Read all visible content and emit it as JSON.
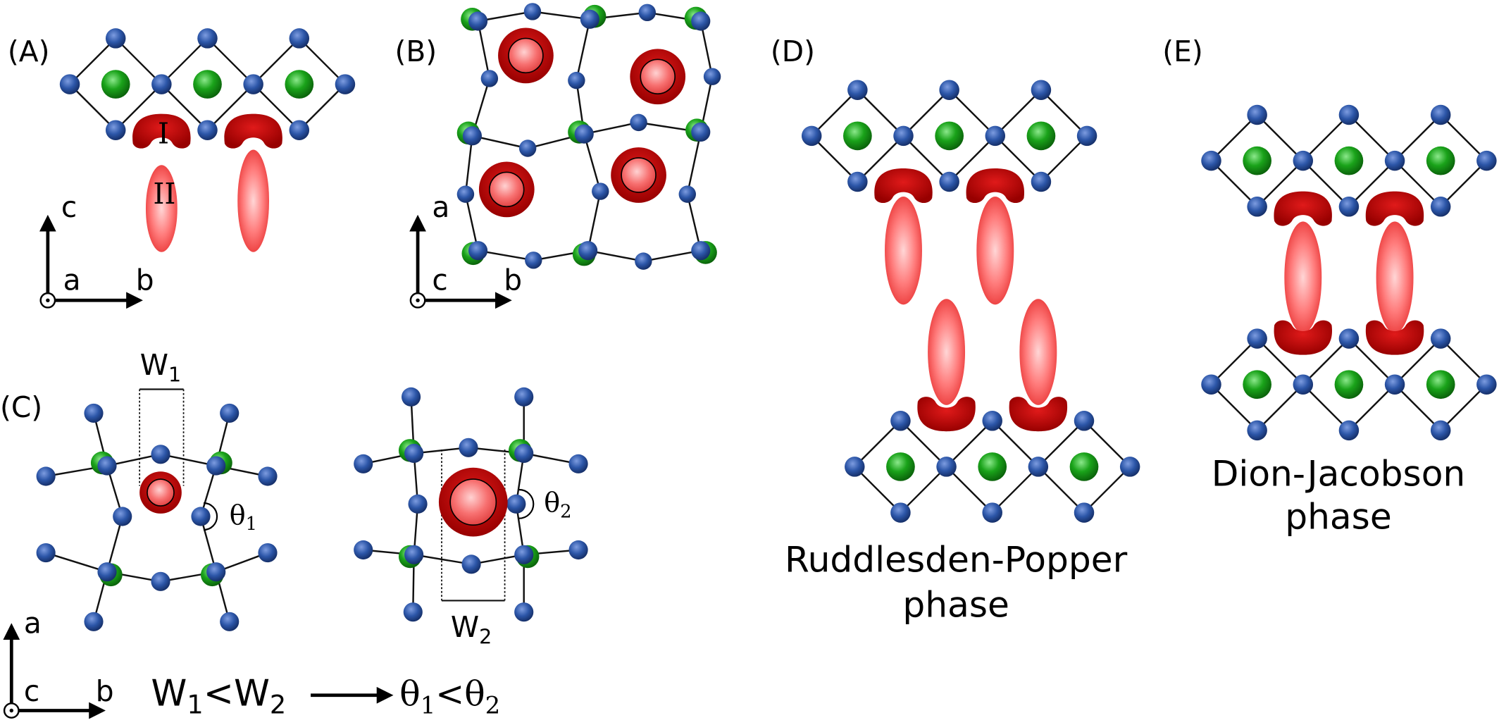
{
  "panel_a": {
    "label": "(A)",
    "axis_up": "c",
    "axis_out": "a",
    "axis_right": "b",
    "site_I": "I",
    "site_II": "II"
  },
  "panel_b": {
    "label": "(B)",
    "axis_up": "a",
    "axis_out": "c",
    "axis_right": "b"
  },
  "panel_c": {
    "label": "(C)",
    "axis_up": "a",
    "axis_out": "c",
    "axis_right": "b",
    "w1": {
      "base": "W",
      "sub": "1"
    },
    "w2": {
      "base": "W",
      "sub": "2"
    },
    "theta1": {
      "base": "θ",
      "sub": "1"
    },
    "theta2": {
      "base": "θ",
      "sub": "2"
    },
    "relation": {
      "lt": "<"
    }
  },
  "panel_d": {
    "label": "(D)",
    "caption": [
      "Ruddlesden-Popper",
      "phase"
    ]
  },
  "panel_e": {
    "label": "(E)",
    "caption": [
      "Dion-Jacobson",
      "phase"
    ]
  },
  "colors": {
    "b_site_green": "#1aa31a",
    "x_site_blue": "#2c56a8",
    "a_site_red": "#e83232",
    "spacer_head_dark_red": "#b00808",
    "bond_black": "#111111"
  }
}
